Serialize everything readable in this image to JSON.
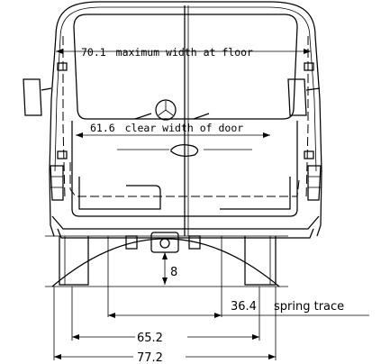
{
  "dimensions": {
    "max_width_floor": {
      "value": "70.1",
      "label": "maximum width at floor"
    },
    "clear_width_door": {
      "value": "61.6",
      "label": "clear width of door"
    },
    "ground_clearance": {
      "value": "8"
    },
    "spring_trace": {
      "value": "36.4",
      "label": "spring trace"
    },
    "track_width": {
      "value": "65.2"
    },
    "overall_width": {
      "value": "77.2"
    }
  }
}
